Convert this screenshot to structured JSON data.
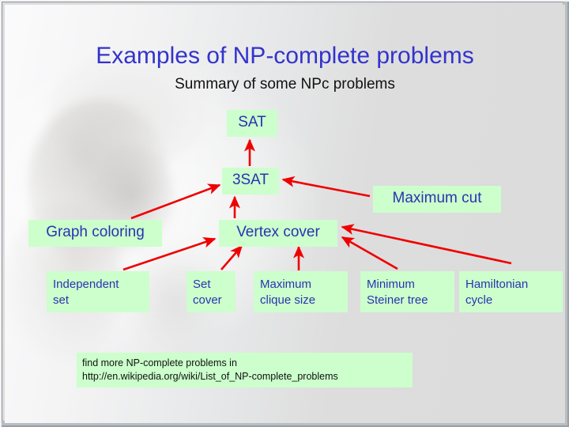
{
  "slide": {
    "title": "Examples of NP-complete problems",
    "subtitle": "Summary of some NPc problems",
    "title_color": "#3333cc",
    "subtitle_color": "#111111",
    "background_color": "#dcdcdc",
    "frame_color": "#b9bec3"
  },
  "style": {
    "node_fill": "#ccffcc",
    "node_text_color": "#2a33b0",
    "arrow_color": "#ee0000"
  },
  "nodes": {
    "sat": "SAT",
    "three_sat": "3SAT",
    "maximum_cut": "Maximum cut",
    "graph_coloring": "Graph coloring",
    "vertex_cover": "Vertex cover",
    "independent_set": "Independent\nset",
    "set_cover": "Set\ncover",
    "maximum_clique_size": "Maximum\nclique size",
    "minimum_steiner_tree": "Minimum\nSteiner tree",
    "hamiltonian_cycle": "Hamiltonian\ncycle"
  },
  "footnote": {
    "line1": "find more NP-complete problems in",
    "line2": "http://en.wikipedia.org/wiki/List_of_NP-complete_problems",
    "text": "find more NP-complete problems in\nhttp://en.wikipedia.org/wiki/List_of_NP-complete_problems"
  },
  "edges": [
    {
      "name": "3sat-to-sat",
      "from": "three_sat",
      "to": "sat"
    },
    {
      "name": "graph-coloring-to-3sat",
      "from": "graph_coloring",
      "to": "three_sat"
    },
    {
      "name": "maximum-cut-to-3sat",
      "from": "maximum_cut",
      "to": "three_sat"
    },
    {
      "name": "vertex-cover-to-3sat",
      "from": "vertex_cover",
      "to": "three_sat"
    },
    {
      "name": "independent-set-to-vertex-cover",
      "from": "independent_set",
      "to": "vertex_cover"
    },
    {
      "name": "set-cover-to-vertex-cover",
      "from": "set_cover",
      "to": "vertex_cover"
    },
    {
      "name": "maximum-clique-to-vertex-cover",
      "from": "maximum_clique_size",
      "to": "vertex_cover"
    },
    {
      "name": "minimum-steiner-tree-to-vertex-cover",
      "from": "minimum_steiner_tree",
      "to": "vertex_cover"
    },
    {
      "name": "hamiltonian-cycle-to-vertex-cover",
      "from": "hamiltonian_cycle",
      "to": "vertex_cover"
    }
  ]
}
